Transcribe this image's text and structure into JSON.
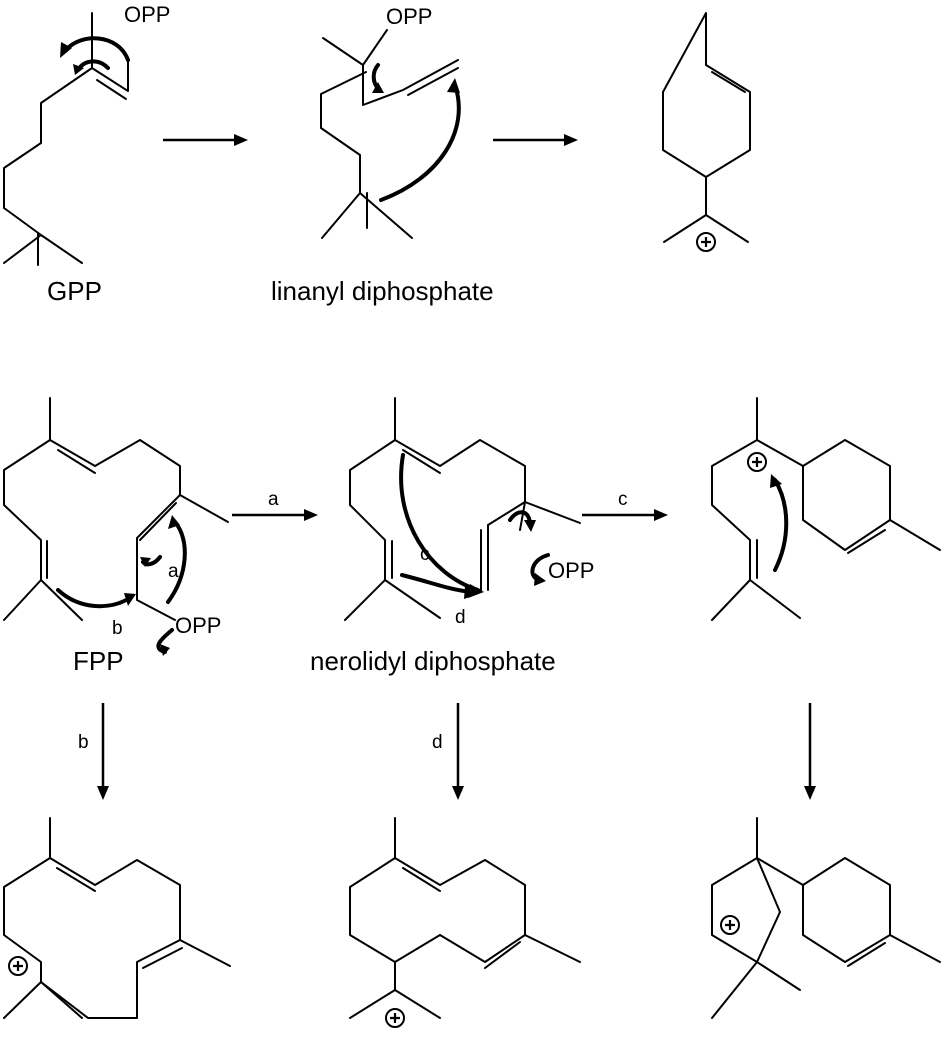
{
  "labels": {
    "gpp": "GPP",
    "linanyl": "linanyl diphosphate",
    "fpp": "FPP",
    "nerolidyl": "nerolidyl diphosphate"
  },
  "leaving_group": "OPP",
  "pathways": {
    "a": "a",
    "b": "b",
    "c": "c",
    "d": "d"
  }
}
